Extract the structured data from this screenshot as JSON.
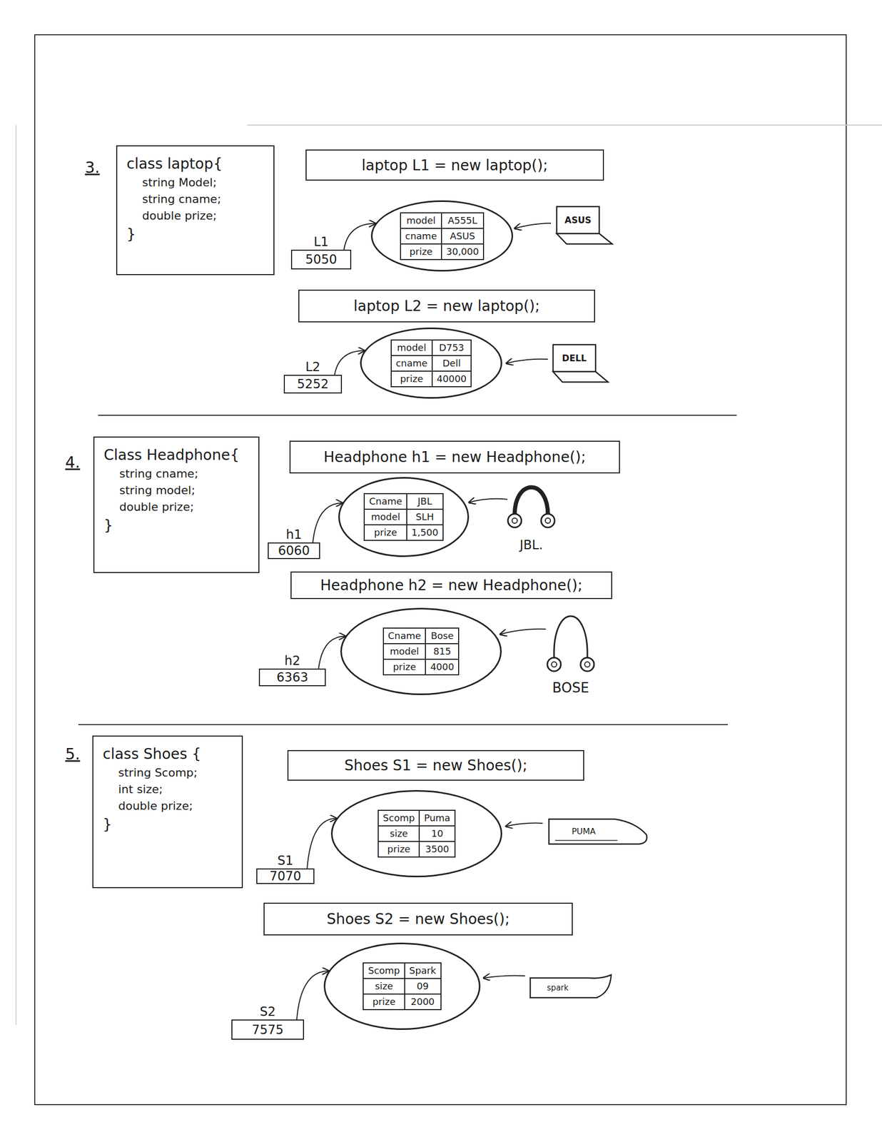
{
  "diagram": {
    "nodes": [
      {
        "text": [
          "class laptop{",
          "string Model;",
          "string cname;",
          "double prize;",
          "}"
        ]
      },
      {
        "text": [
          "laptop L1 = new laptop();"
        ]
      },
      {
        "text": [
          "L1",
          "5050"
        ]
      },
      {
        "text": [
          "model",
          "A555L",
          "cname",
          "ASUS",
          "prize",
          "30,000"
        ]
      },
      {
        "text": [
          "laptop L2 = new laptop();"
        ]
      },
      {
        "text": [
          "L2",
          "5252"
        ]
      },
      {
        "text": [
          "model",
          "D753",
          "cname",
          "Dell",
          "prize",
          "40000"
        ]
      },
      {
        "text": [
          "Class Headphone{",
          "string cname;",
          "string model;",
          "double prize;",
          "}"
        ]
      },
      {
        "text": [
          "Headphone h1 = new Headphone();"
        ]
      },
      {
        "text": [
          "h1",
          "6060"
        ]
      },
      {
        "text": [
          "Cname",
          "JBL",
          "model",
          "SLH",
          "prize",
          "1,500"
        ]
      },
      {
        "text": [
          "Headphone h2 = new Headphone();"
        ]
      },
      {
        "text": [
          "h2",
          "6363"
        ]
      },
      {
        "text": [
          "Cname",
          "Bose",
          "model",
          "815",
          "prize",
          "4000"
        ]
      },
      {
        "text": [
          "class Shoes {",
          "string Scomp;",
          "int size;",
          "double prize;",
          "}"
        ]
      },
      {
        "text": [
          "Shoes S1 = new Shoes();"
        ]
      },
      {
        "text": [
          "S1",
          "7070"
        ]
      },
      {
        "text": [
          "Scomp",
          "Puma",
          "size",
          "10",
          "prize",
          "3500"
        ]
      },
      {
        "text": [
          "Shoes S2 = new Shoes();"
        ]
      },
      {
        "text": [
          "S2",
          "7575"
        ]
      },
      {
        "text": [
          "Scomp",
          "Spark",
          "size",
          "09",
          "prize",
          "2000"
        ]
      }
    ],
    "edges": [
      {
        "from": 2,
        "to": 3,
        "arrow": "to"
      },
      {
        "from": 5,
        "to": 6,
        "arrow": "to"
      },
      {
        "from": 9,
        "to": 10,
        "arrow": "to"
      },
      {
        "from": 12,
        "to": 13,
        "arrow": "to"
      },
      {
        "from": 16,
        "to": 17,
        "arrow": "to"
      },
      {
        "from": 19,
        "to": 20,
        "arrow": "to"
      }
    ],
    "labels": [
      "3.",
      "ASUS",
      "DELL",
      "4.",
      "JBL.",
      "BOSE",
      "5.",
      "PUMA",
      "spark"
    ]
  }
}
